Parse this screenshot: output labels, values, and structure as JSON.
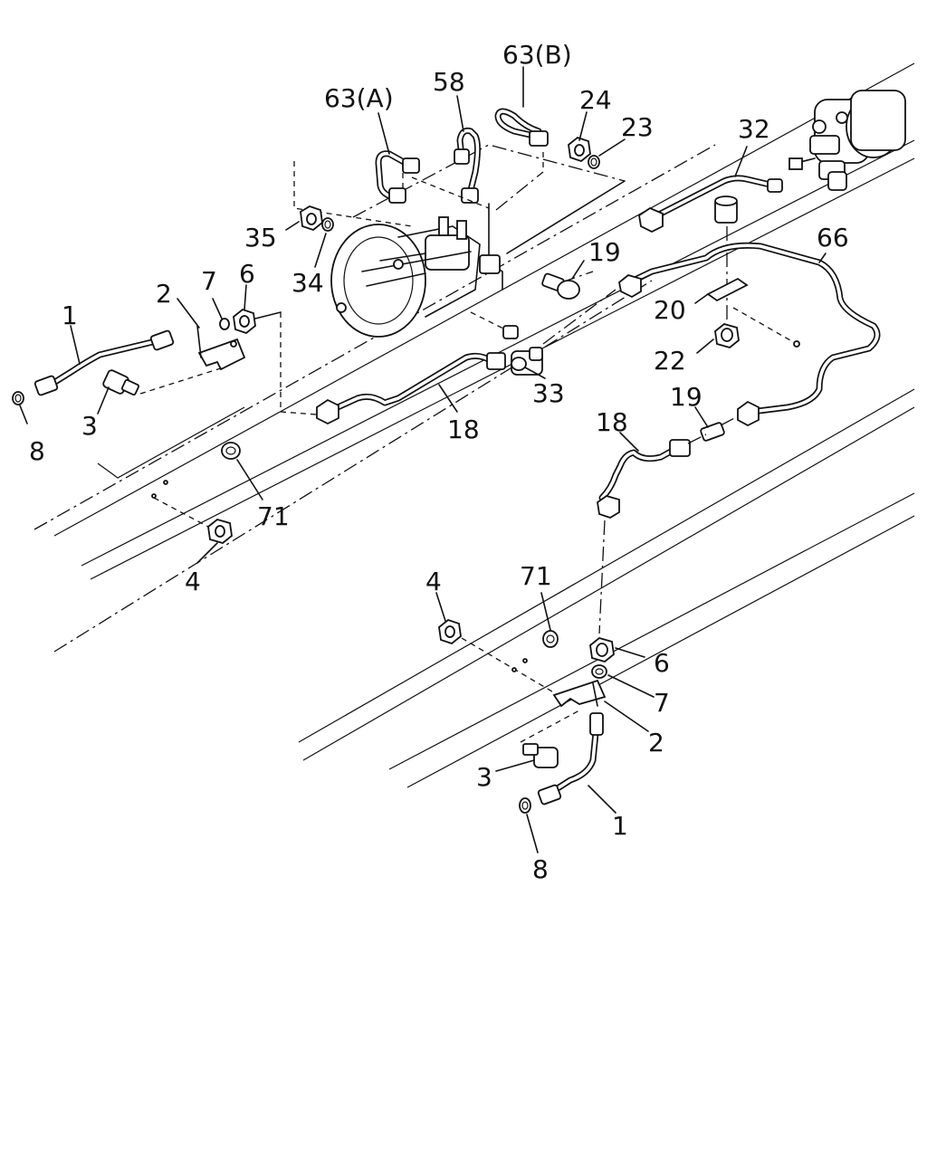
{
  "callouts": {
    "c63a": "63(A)",
    "c58": "58",
    "c63b": "63(B)",
    "c24": "24",
    "c23": "23",
    "c32": "32",
    "c35": "35",
    "c34": "34",
    "c66": "66",
    "c19a": "19",
    "c20": "20",
    "c22": "22",
    "c33": "33",
    "c1a": "1",
    "c2a": "2",
    "c7a": "7",
    "c6a": "6",
    "c3a": "3",
    "c8a": "8",
    "c18a": "18",
    "c71a": "71",
    "c4a": "4",
    "c18b": "18",
    "c19b": "19",
    "c4b": "4",
    "c71b": "71",
    "c6b": "6",
    "c7b": "7",
    "c2b": "2",
    "c3b": "3",
    "c1b": "1",
    "c8b": "8"
  }
}
